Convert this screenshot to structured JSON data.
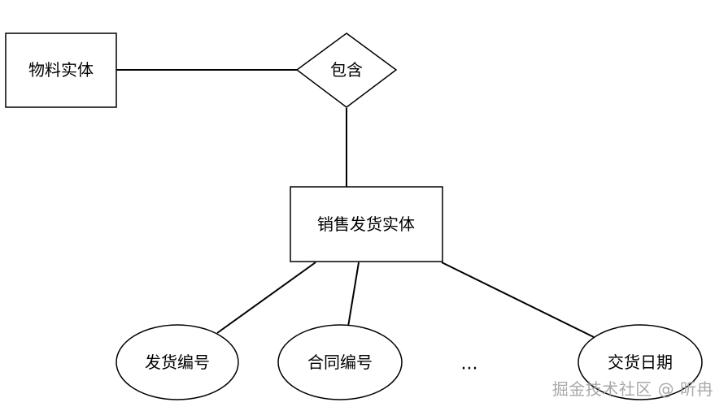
{
  "diagram": {
    "nodes": {
      "material_entity": "物料实体",
      "contains": "包含",
      "sales_delivery_entity": "销售发货实体",
      "delivery_number": "发货编号",
      "contract_number": "合同编号",
      "more_attributes": "...",
      "delivery_date": "交货日期"
    }
  },
  "watermark": "掘金技术社区 @ 昕冉"
}
